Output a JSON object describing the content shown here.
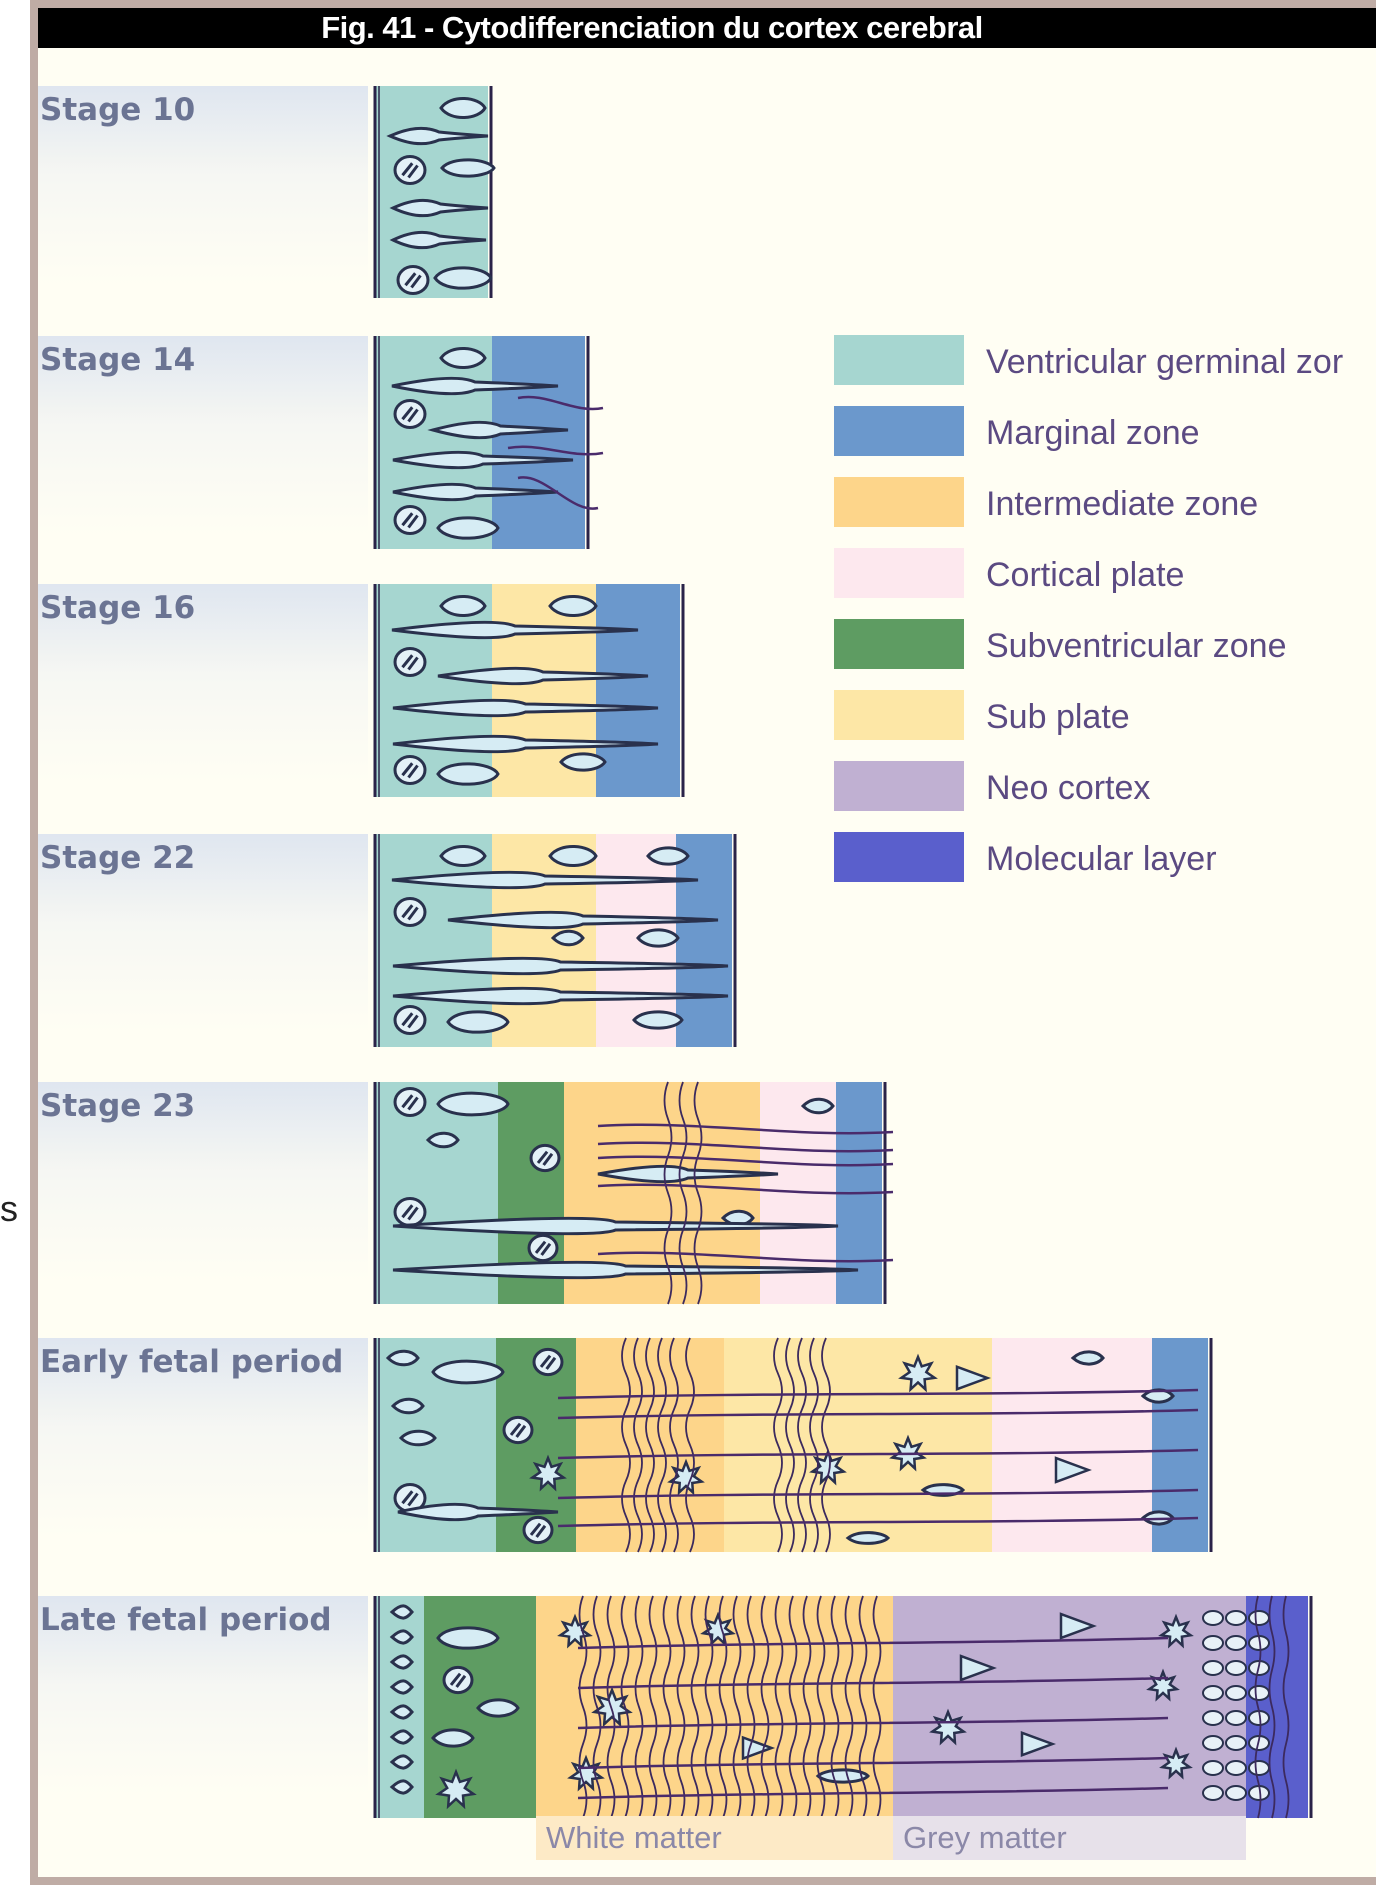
{
  "edge_glyph": "s",
  "title": "Fig. 41 - Cytodifferenciation du cortex cerebral",
  "stages": [
    {
      "label": "Stage 10"
    },
    {
      "label": "Stage 14"
    },
    {
      "label": "Stage 16"
    },
    {
      "label": "Stage 22"
    },
    {
      "label": "Stage 23"
    },
    {
      "label": "Early fetal period"
    },
    {
      "label": "Late fetal period"
    }
  ],
  "legend": [
    {
      "label": "Ventricular germinal zor",
      "color": "#a6d6d0"
    },
    {
      "label": "Marginal zone",
      "color": "#6b98cc"
    },
    {
      "label": "Intermediate zone",
      "color": "#fdd58a"
    },
    {
      "label": "Cortical plate",
      "color": "#fde8ee"
    },
    {
      "label": "Subventricular zone",
      "color": "#5e9c62"
    },
    {
      "label": "Sub plate",
      "color": "#fde7a6"
    },
    {
      "label": "Neo cortex",
      "color": "#c0b0d2"
    },
    {
      "label": "Molecular layer",
      "color": "#5a5fcc"
    }
  ],
  "matter": {
    "white": "White matter",
    "grey": "Grey matter"
  }
}
